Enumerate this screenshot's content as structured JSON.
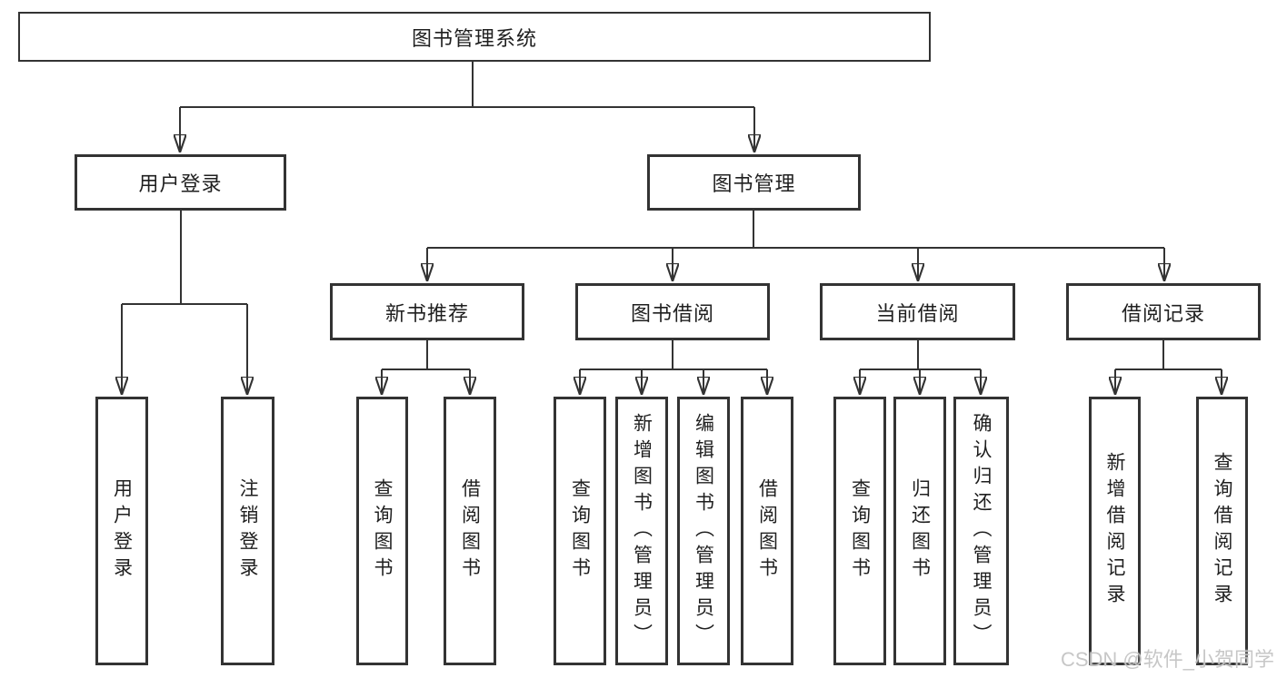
{
  "tree": {
    "root": {
      "label": "图书管理系统"
    },
    "branches": [
      {
        "label": "用户登录",
        "leaves": [
          {
            "label": "用户登录"
          },
          {
            "label": "注销登录"
          }
        ]
      },
      {
        "label": "图书管理",
        "groups": [
          {
            "label": "新书推荐",
            "leaves": [
              {
                "label": "查询图书"
              },
              {
                "label": "借阅图书"
              }
            ]
          },
          {
            "label": "图书借阅",
            "leaves": [
              {
                "label": "查询图书"
              },
              {
                "label": "新增图书（管理员）"
              },
              {
                "label": "编辑图书（管理员）"
              },
              {
                "label": "借阅图书"
              }
            ]
          },
          {
            "label": "当前借阅",
            "leaves": [
              {
                "label": "查询图书"
              },
              {
                "label": "归还图书"
              },
              {
                "label": "确认归还（管理员）"
              }
            ]
          },
          {
            "label": "借阅记录",
            "leaves": [
              {
                "label": "新增借阅记录"
              },
              {
                "label": "查询借阅记录"
              }
            ]
          }
        ]
      }
    ]
  },
  "watermark": {
    "text": "CSDN @软件_小贺同学"
  },
  "colors": {
    "line": "#333333",
    "box_border": "#333333",
    "text": "#1f1f1f",
    "background": "#ffffff",
    "watermark": "#c2c2c2"
  }
}
